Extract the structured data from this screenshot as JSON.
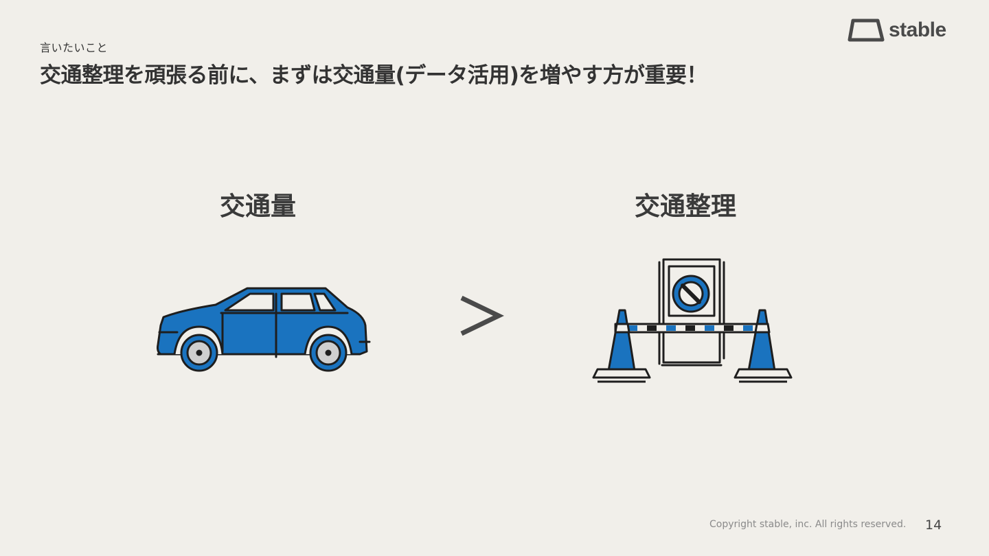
{
  "slide": {
    "subtitle": "言いたいこと",
    "title": "交通整理を頑張る前に、まずは交通量(データ活用)を増やす方が重要！",
    "logo_text": "stable",
    "left_heading": "交通量",
    "right_heading": "交通整理",
    "comparison_symbol": "greater-than-icon",
    "copyright": "Copyright stable, inc. All rights reserved.",
    "page_number": "14"
  },
  "colors": {
    "background": "#f1efea",
    "accent_blue": "#1a73bf",
    "outline": "#1e1e1e",
    "text": "#333333"
  },
  "icons": [
    "stable-logo-icon",
    "car-icon",
    "greater-than-icon",
    "traffic-barrier-icon",
    "no-entry-sign-icon",
    "traffic-cone-icon"
  ]
}
